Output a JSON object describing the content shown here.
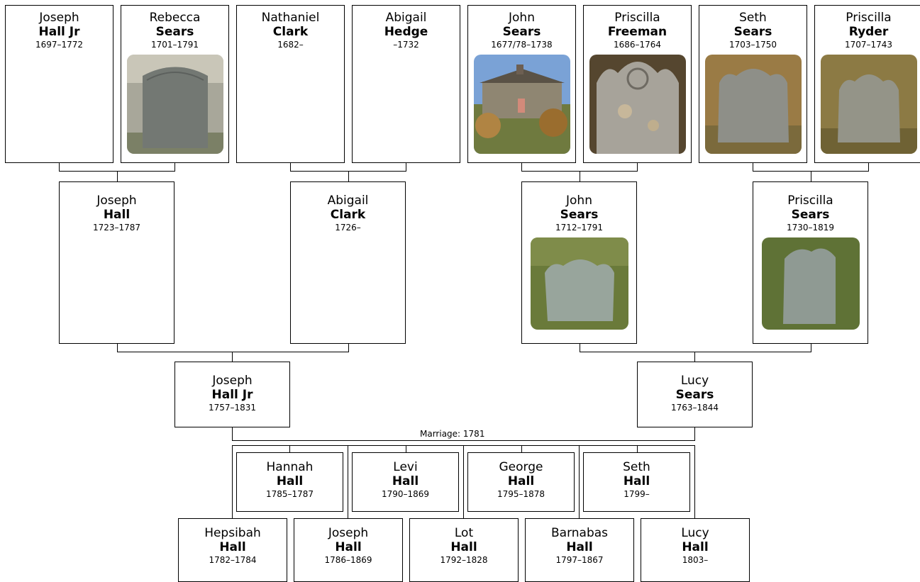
{
  "people": {
    "joseph_hall_jr_1697": {
      "given": "Joseph",
      "surname": "Hall Jr",
      "dates": "1697–1772"
    },
    "rebecca_sears": {
      "given": "Rebecca",
      "surname": "Sears",
      "dates": "1701–1791"
    },
    "nathaniel_clark": {
      "given": "Nathaniel",
      "surname": "Clark",
      "dates": "1682–"
    },
    "abigail_hedge": {
      "given": "Abigail",
      "surname": "Hedge",
      "dates": "–1732"
    },
    "john_sears_1677": {
      "given": "John",
      "surname": "Sears",
      "dates": "1677/78–1738"
    },
    "priscilla_freeman": {
      "given": "Priscilla",
      "surname": "Freeman",
      "dates": "1686–1764"
    },
    "seth_sears_1703": {
      "given": "Seth",
      "surname": "Sears",
      "dates": "1703–1750"
    },
    "priscilla_ryder": {
      "given": "Priscilla",
      "surname": "Ryder",
      "dates": "1707–1743"
    },
    "joseph_hall_1723": {
      "given": "Joseph",
      "surname": "Hall",
      "dates": "1723–1787"
    },
    "abigail_clark": {
      "given": "Abigail",
      "surname": "Clark",
      "dates": "1726–"
    },
    "john_sears_1712": {
      "given": "John",
      "surname": "Sears",
      "dates": "1712–1791"
    },
    "priscilla_sears": {
      "given": "Priscilla",
      "surname": "Sears",
      "dates": "1730–1819"
    },
    "joseph_hall_jr_1757": {
      "given": "Joseph",
      "surname": "Hall Jr",
      "dates": "1757–1831"
    },
    "lucy_sears": {
      "given": "Lucy",
      "surname": "Sears",
      "dates": "1763–1844"
    },
    "hannah_hall": {
      "given": "Hannah",
      "surname": "Hall",
      "dates": "1785–1787"
    },
    "levi_hall": {
      "given": "Levi",
      "surname": "Hall",
      "dates": "1790–1869"
    },
    "george_hall": {
      "given": "George",
      "surname": "Hall",
      "dates": "1795–1878"
    },
    "seth_hall": {
      "given": "Seth",
      "surname": "Hall",
      "dates": "1799–"
    },
    "hepsibah_hall": {
      "given": "Hepsibah",
      "surname": "Hall",
      "dates": "1782–1784"
    },
    "joseph_hall_1786": {
      "given": "Joseph",
      "surname": "Hall",
      "dates": "1786–1869"
    },
    "lot_hall": {
      "given": "Lot",
      "surname": "Hall",
      "dates": "1792–1828"
    },
    "barnabas_hall": {
      "given": "Barnabas",
      "surname": "Hall",
      "dates": "1797–1867"
    },
    "lucy_hall": {
      "given": "Lucy",
      "surname": "Hall",
      "dates": "1803–"
    }
  },
  "marriage_label": "Marriage: 1781",
  "colors": {
    "line": "#000000",
    "box_border": "#000000",
    "background": "#ffffff"
  },
  "photos": {
    "rebecca_sears": "gravestone-photo",
    "john_sears_1677": "house-photo",
    "priscilla_freeman": "gravestone-photo",
    "seth_sears_1703": "gravestone-photo",
    "priscilla_ryder": "gravestone-photo",
    "john_sears_1712": "gravestone-photo",
    "priscilla_sears": "gravestone-photo"
  }
}
